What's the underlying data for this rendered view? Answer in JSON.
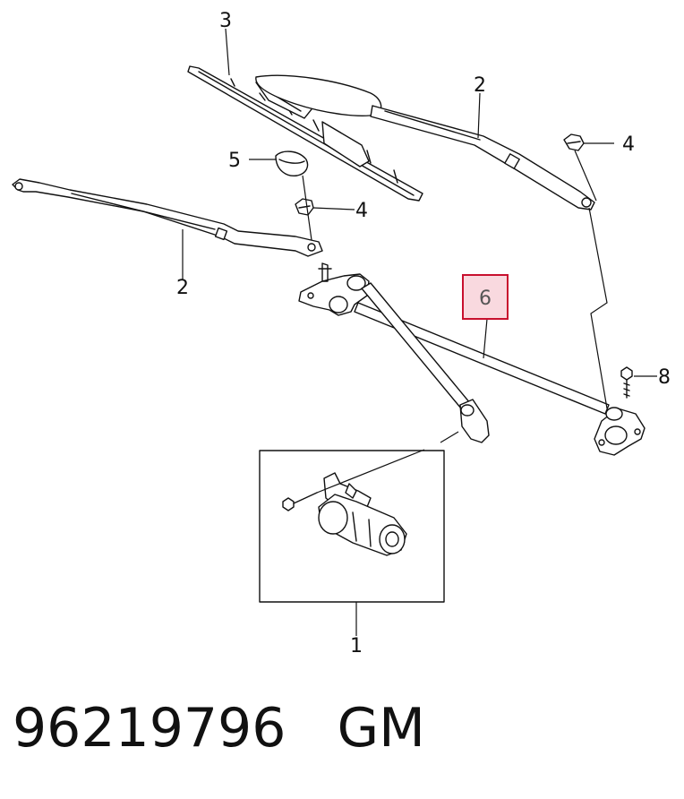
{
  "callouts": {
    "c1": "1",
    "c2a": "2",
    "c2b": "2",
    "c3": "3",
    "c4a": "4",
    "c4b": "4",
    "c5": "5",
    "c6": "6",
    "c8": "8"
  },
  "caption": {
    "part_number": "96219796",
    "brand": "GM"
  },
  "colors": {
    "highlight_fill": "#f9d9df",
    "highlight_stroke": "#c8102e"
  }
}
